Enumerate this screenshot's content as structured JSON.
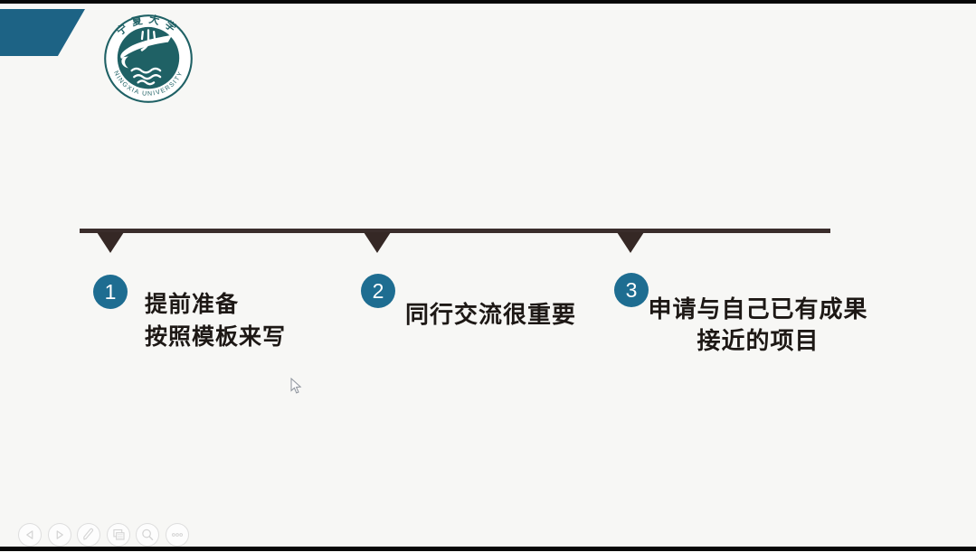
{
  "slide": {
    "background": "#f7f7f5",
    "decor": {
      "corner_shape_color": "#1d6385",
      "timeline_line_color": "#3a2d2b",
      "marker_color": "#352825",
      "number_circle_color": "#1e6d91"
    },
    "timeline": {
      "items": [
        {
          "number": "1",
          "text": "提前准备\n按照模板来写"
        },
        {
          "number": "2",
          "text": "同行交流很重要"
        },
        {
          "number": "3",
          "text": "申请与自己已有成果\n接近的项目"
        }
      ]
    }
  },
  "logo": {
    "name_cn": "宁夏大学",
    "name_en": "NINGXIA UNIVERSITY",
    "teal": "#1f6165"
  },
  "toolbar": {
    "buttons": [
      {
        "name": "previous-slide"
      },
      {
        "name": "next-slide"
      },
      {
        "name": "pen-annotate"
      },
      {
        "name": "slides-panel"
      },
      {
        "name": "zoom"
      },
      {
        "name": "more-options"
      }
    ]
  }
}
